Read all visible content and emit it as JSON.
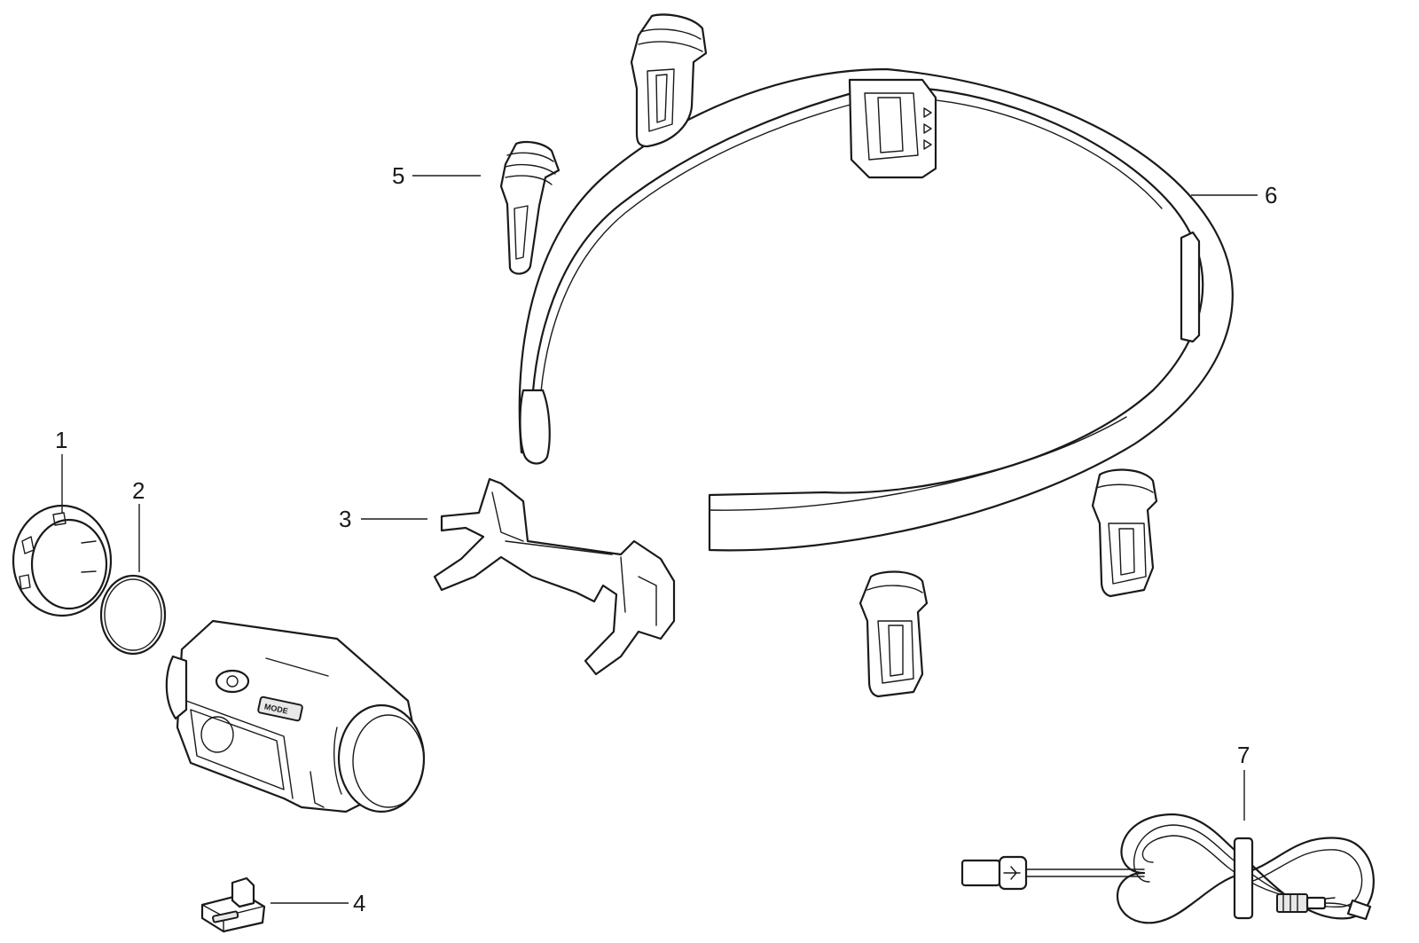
{
  "diagram": {
    "callouts": [
      {
        "id": "1",
        "label": "1"
      },
      {
        "id": "2",
        "label": "2"
      },
      {
        "id": "3",
        "label": "3"
      },
      {
        "id": "4",
        "label": "4"
      },
      {
        "id": "5",
        "label": "5"
      },
      {
        "id": "6",
        "label": "6"
      },
      {
        "id": "7",
        "label": "7"
      }
    ],
    "parts": [
      {
        "callout": "1",
        "icon": "lens-bezel-ring-icon"
      },
      {
        "callout": "2",
        "icon": "o-ring-icon"
      },
      {
        "callout": "3",
        "icon": "mounting-bracket-icon"
      },
      {
        "callout": "4",
        "icon": "port-cover-icon"
      },
      {
        "callout": "5",
        "icon": "hardhat-clip-icon"
      },
      {
        "callout": "6",
        "icon": "head-strap-icon"
      },
      {
        "callout": "7",
        "icon": "usb-cable-icon"
      }
    ],
    "unlabeled_parts": [
      "headlamp-body-icon"
    ],
    "colors": {
      "line": "#1a1a1a",
      "background": "#ffffff"
    }
  }
}
